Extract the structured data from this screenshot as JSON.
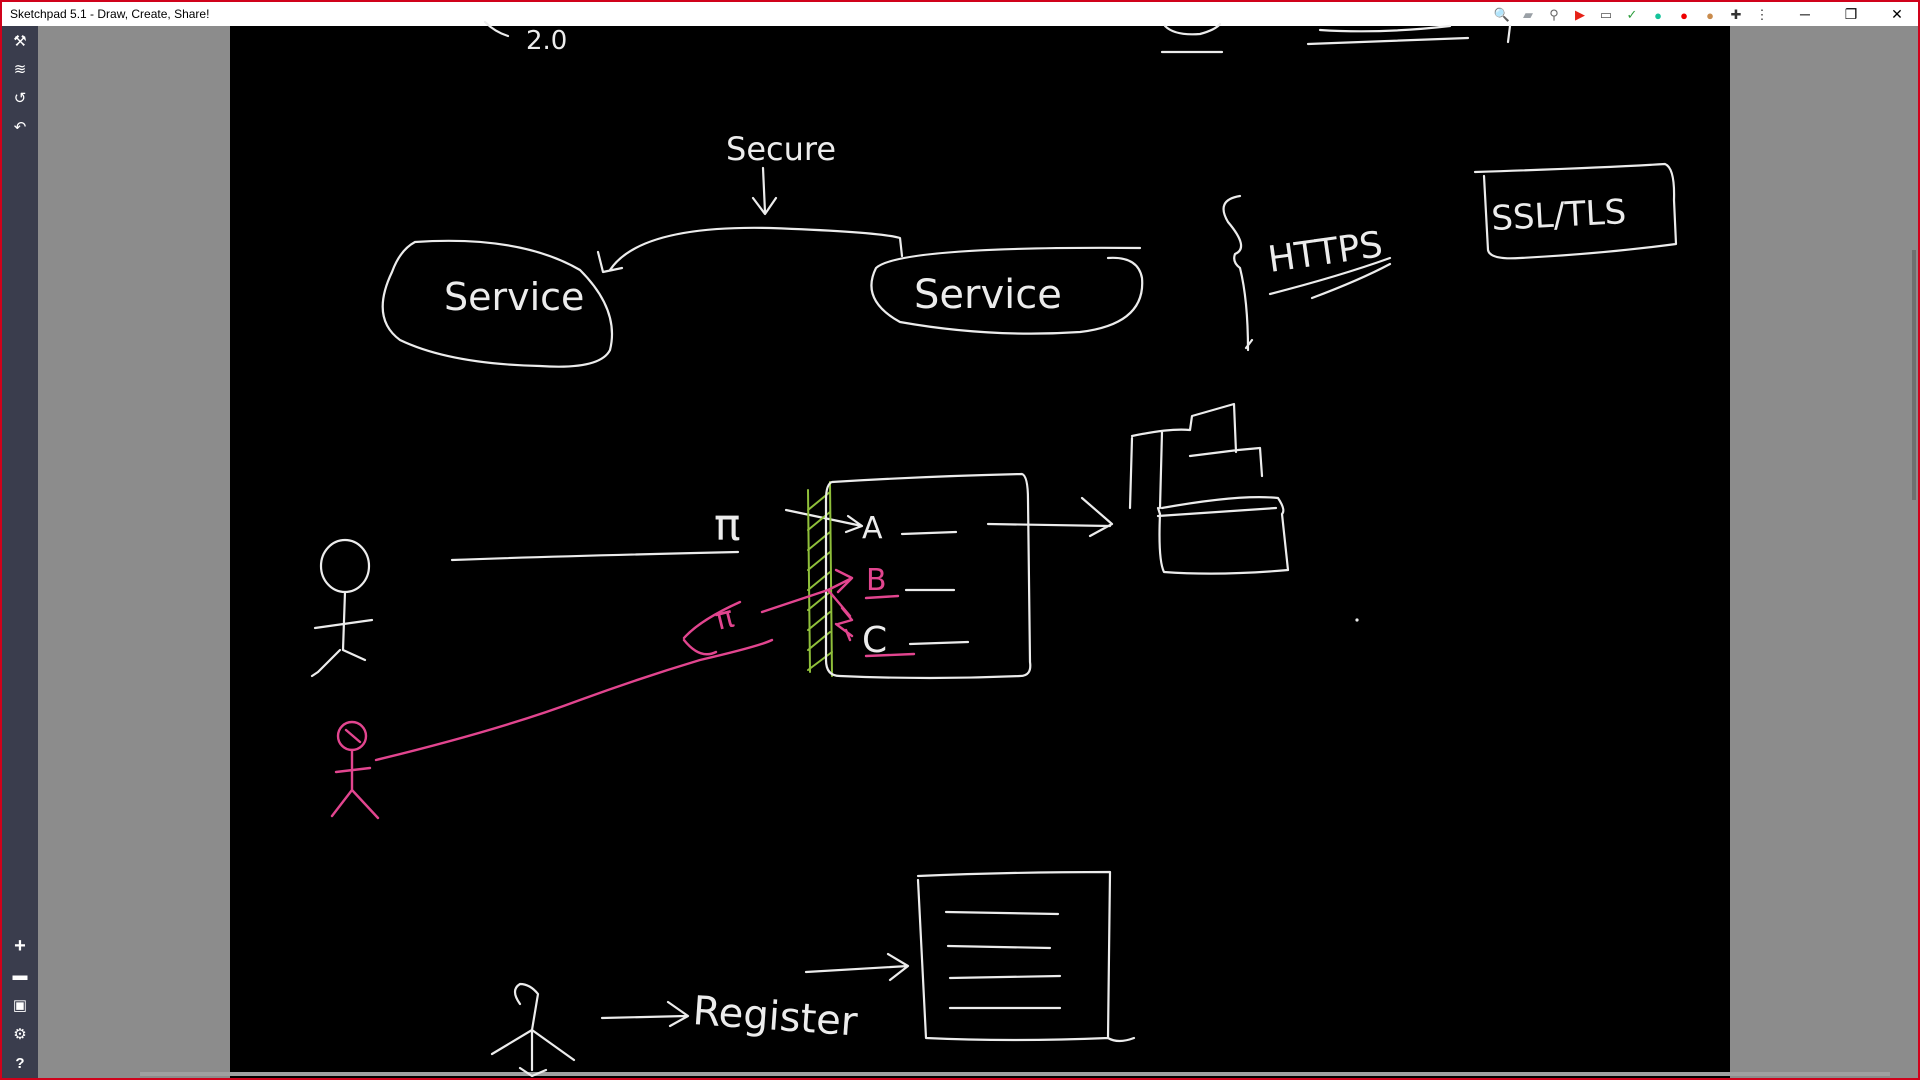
{
  "window": {
    "title": "Sketchpad 5.1 - Draw, Create, Share!",
    "controls": {
      "minimize": "─",
      "restore": "❐",
      "close": "✕"
    }
  },
  "browser_extensions": [
    "zoom-icon",
    "extension-icon",
    "pin-icon",
    "youtube-icon",
    "cast-icon",
    "leaf-icon",
    "grammarly-icon",
    "record-icon",
    "shield-icon",
    "puzzle-icon",
    "more-icon"
  ],
  "sidebar": {
    "top_tools": [
      {
        "name": "tools-icon",
        "glyph": "⚒"
      },
      {
        "name": "layers-icon",
        "glyph": "≋"
      },
      {
        "name": "history-icon",
        "glyph": "↺"
      },
      {
        "name": "undo-icon",
        "glyph": "↶"
      }
    ],
    "bottom_tools": [
      {
        "name": "new-icon",
        "glyph": "+"
      },
      {
        "name": "open-folder-icon",
        "glyph": "▬"
      },
      {
        "name": "save-icon",
        "glyph": "▣"
      },
      {
        "name": "settings-icon",
        "glyph": "⚙"
      },
      {
        "name": "help-icon",
        "glyph": "?"
      }
    ]
  },
  "colors": {
    "board": "#000000",
    "chalk_white": "#ececec",
    "pink": "#e2458f",
    "green_hatch": "#8fbf3a",
    "frame_red": "#d0021b"
  },
  "sketch": {
    "top_fragment": "2.0",
    "secure_label": "Secure",
    "service_left": "Service",
    "service_right": "Service",
    "https_label": "HTTPS",
    "ssl_label": "SSL/TLS",
    "pi_label": "π",
    "pi_label_pink": "π",
    "api_a": "A",
    "api_b": "B",
    "api_c": "C",
    "register_label": "Register"
  }
}
